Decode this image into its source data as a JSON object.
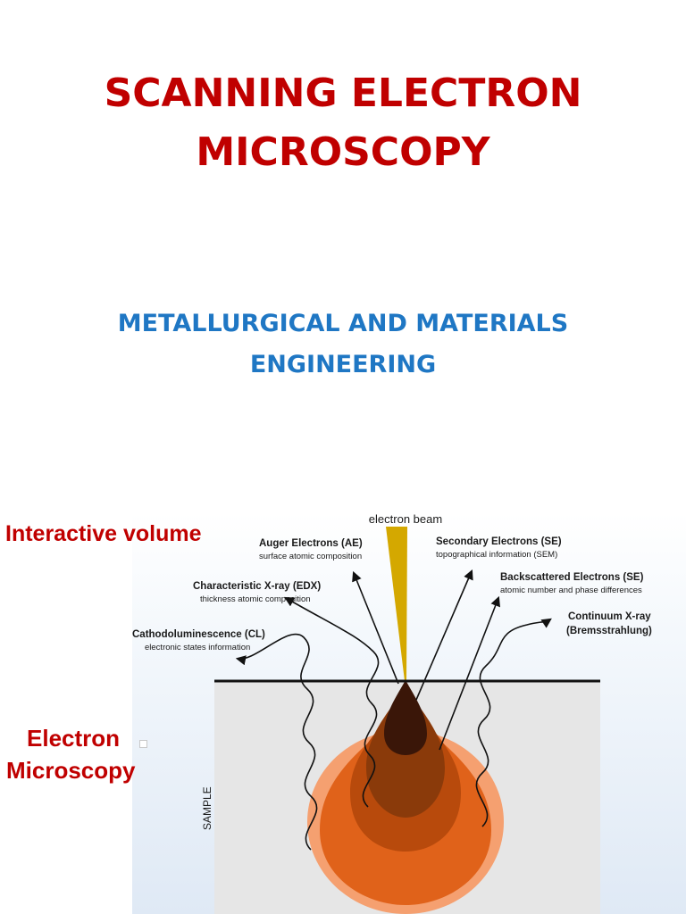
{
  "title": {
    "line1": "SCANNING ELECTRON",
    "line2": "MICROSCOPY"
  },
  "subtitle": {
    "line1": "METALLURGICAL AND MATERIALS",
    "line2": "ENGINEERING"
  },
  "side_labels": {
    "interactive_volume": "Interactive volume",
    "electron": "Electron",
    "microscopy": "Microscopy"
  },
  "diagram": {
    "beam_label": "electron beam",
    "sample_label": "SAMPLE",
    "signals": {
      "auger": {
        "name": "Auger Electrons (AE)",
        "info": "surface atomic composition"
      },
      "secondary": {
        "name": "Secondary Electrons (SE)",
        "info": "topographical information (SEM)"
      },
      "xray": {
        "name": "Characteristic X-ray (EDX)",
        "info": "thickness atomic composition"
      },
      "backscattered": {
        "name": "Backscattered Electrons (SE)",
        "info": "atomic number and phase differences"
      },
      "cathodo": {
        "name": "Cathodoluminescence (CL)",
        "info": "electronic states information"
      },
      "continuum": {
        "name": "Continuum X-ray",
        "info": "(Bremsstrahlung)"
      }
    },
    "colors": {
      "beam": "#d4a800",
      "core": "#3a1608",
      "zone_2": "#8a3a0a",
      "zone_3": "#b84a0c",
      "zone_4": "#e0621a",
      "halo": "#f5a070",
      "sample": "#e6e6e6"
    }
  }
}
